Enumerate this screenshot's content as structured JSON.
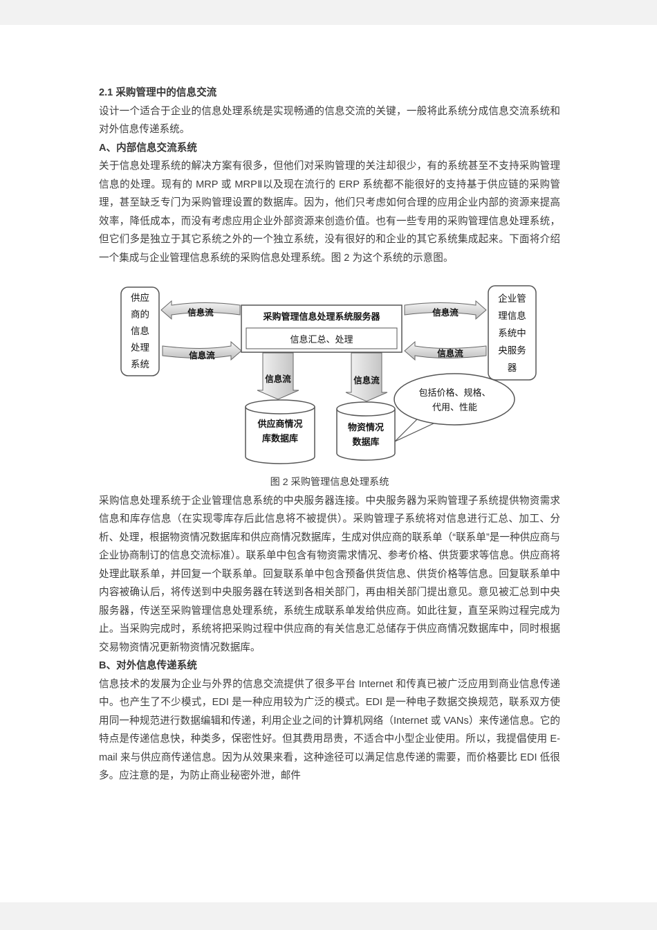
{
  "document": {
    "heading": "2.1 采购管理中的信息交流",
    "para_intro": "设计一个适合于企业的信息处理系统是实现畅通的信息交流的关键，一般将此系统分成信息交流系统和对外信息传递系统。",
    "heading_a": "A、内部信息交流系统",
    "para_a": "关于信息处理系统的解决方案有很多，但他们对采购管理的关注却很少，有的系统甚至不支持采购管理信息的处理。现有的 MRP 或 MRPⅡ以及现在流行的 ERP 系统都不能很好的支持基于供应链的采购管理，甚至缺乏专门为采购管理设置的数据库。因为，他们只考虑如何合理的应用企业内部的资源来提高效率，降低成本，而没有考虑应用企业外部资源来创造价值。也有一些专用的采购管理信息处理系统，但它们多是独立于其它系统之外的一个独立系统，没有很好的和企业的其它系统集成起来。下面将介绍一个集成与企业管理信息系统的采购信息处理系统。图 2 为这个系统的示意图。",
    "figure_caption": "图 2 采购管理信息处理系统",
    "para_b1": "采购信息处理系统于企业管理信息系统的中央服务器连接。中央服务器为采购管理子系统提供物资需求信息和库存信息（在实现零库存后此信息将不被提供）。采购管理子系统将对信息进行汇总、加工、分析、处理，根据物资情况数据库和供应商情况数据库，生成对供应商的联系单（“联系单”是一种供应商与企业协商制订的信息交流标准）。联系单中包含有物资需求情况、参考价格、供货要求等信息。供应商将处理此联系单，并回复一个联系单。回复联系单中包含预备供货信息、供货价格等信息。回复联系单中内容被确认后，将传送到中央服务器在转送到各相关部门，再由相关部门提出意见。意见被汇总到中央服务器，传送至采购管理信息处理系统，系统生成联系单发给供应商。如此往复，直至采购过程完成为止。当采购完成时，系统将把采购过程中供应商的有关信息汇总储存于供应商情况数据库中，同时根据交易物资情况更新物资情况数据库。",
    "heading_b": "B、对外信息传递系统",
    "para_b2": "信息技术的发展为企业与外界的信息交流提供了很多平台 Internet 和传真已被广泛应用到商业信息传递中。也产生了不少模式，EDI 是一种应用较为广泛的模式。EDI 是一种电子数据交换规范，联系双方使用同一种规范进行数据编辑和传递，利用企业之间的计算机网络（Internet 或 VANs）来传递信息。它的特点是传递信息快，种类多，保密性好。但其费用昂贵，不适合中小型企业使用。所以，我提倡使用 E-mail 来与供应商传递信息。因为从效果来看，这种途径可以满足信息传递的需要，而价格要比 EDI 低很多。应注意的是，为防止商业秘密外泄，邮件"
  },
  "diagram": {
    "supplier_box": "供应\n商的\n信息\n处理\n系统",
    "server_title": "采购管理信息处理系统服务器",
    "server_sub": "信息汇总、处理",
    "enterprise_box": "企业管\n理信息\n系统中\n央服务\n器",
    "flow_label": "信息流",
    "db_supplier": "供应商情况\n库数据库",
    "db_material": "物资情况\n数据库",
    "callout": "包括价格、规格、\n代用、性能"
  }
}
